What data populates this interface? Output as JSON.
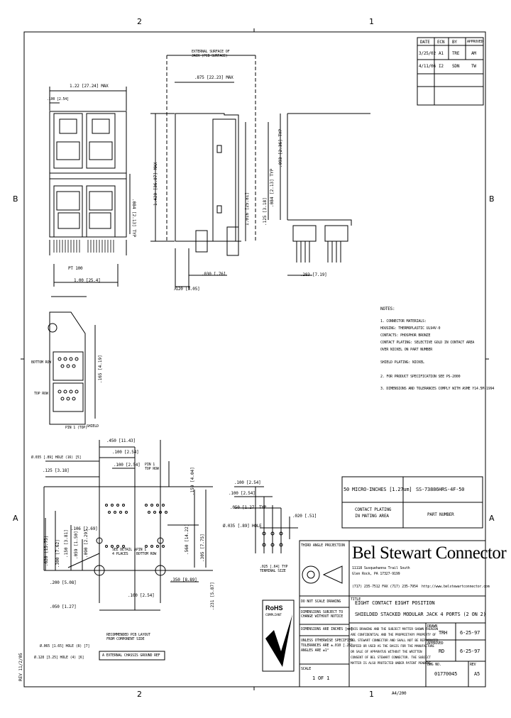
{
  "zones": {
    "top_left": "2",
    "top_right": "1",
    "bottom_left": "2",
    "bottom_right": "1",
    "left_upper": "B",
    "left_lower": "A",
    "right_upper": "B",
    "right_lower": "A"
  },
  "revision_table": {
    "headers": [
      "DATE",
      "ECN",
      "BY",
      "APPROVED"
    ],
    "rows": [
      [
        "3/25/02",
        "A1",
        "TRE",
        "AM"
      ],
      [
        "4/11/06",
        "I2",
        "SDN",
        "TW"
      ]
    ]
  },
  "dims": {
    "top_width": "1.22 [27.24] MAX",
    "top_depth": ".100 [2.54]",
    "overall_height": "1.420 [36.07] MAX",
    "body_depth": ".875 [22.23] MAX",
    "pitch": "PT 100",
    "span": "1.00 [25.4]",
    "front_panel": "EXTERNAL SURFACE OF\nJACK (PCB SURFACE)",
    "panel_thk": ".120 [3.05]",
    "height_a": "1.016 [25.81]",
    "height_b": ".125 [3.18]",
    "side_a": ".093 [2.36] TYP",
    "side_b": ".084 [2.13] TYP",
    "tail_a": ".030 [.76]",
    "tail_b": ".165 [4.19]",
    "rear": ".020 [.51]",
    "mnt": ".283 [7.19]",
    "bottom_1": ".450 [11.43]",
    "bottom_2": ".100 [2.54]",
    "bottom_3": ".100 [2.54]",
    "bottom_4": ".125 [3.18]",
    "hole_1": "Ø.035 [.89] HOLE (16) [5]",
    "hole_2": "Ø.065 [1.65] HOLE (8) [7]",
    "hole_3": "Ø.128 [3.25] HOLE (4) [6]",
    "pcb_1": ".620 [15.75]",
    "pcb_2": ".300 [7.62]",
    "pcb_3": ".150 [3.81]",
    "pcb_4": ".059 [1.50]",
    "pcb_5": ".090 [2.29]",
    "pcb_6": ".106 [2.69]",
    "pcb_7": ".560 [14.22]",
    "pcb_8": ".159 [4.04]",
    "pcb_9": ".305 [7.75]",
    "pcb_10": ".231 [5.87]",
    "pcb_11": ".200 [5.08]",
    "pcb_12": ".350 [8.89]",
    "panel_nums": ".050 [1.27]",
    "tail_1": ".100 [2.54]",
    "tail_2": ".050 [1.27] TYP",
    "tail_3": "Ø.035 [.89] HOLE",
    "tail_note": ".025 [.64] TYP\nTERMINAL SIZE",
    "see_detail": "SEE DETAIL A\n4 PLACES",
    "recommended": "RECOMMENDED PCB LAYOUT\nFROM COMPONENT SIDE",
    "detail_a": "A  EXTERNAL CHASSIS GROUND REF",
    "pin1": "PIN 1\nTOP ROW",
    "pin1b": "PIN 1\nBOTTOM ROW",
    "bottom_row": "BOTTOM ROW",
    "top_row": "TOP ROW",
    "shield": "SHIELD",
    "pin_lbl": "PIN 1 (TOP)"
  },
  "notes": {
    "title": "NOTES:",
    "lines": [
      "1. CONNECTOR MATERIALS:",
      "   HOUSING: THERMOPLASTIC UL94V-0",
      "   CONTACTS: PHOSPHOR BRONZE",
      "   CONTACT PLATING: SELECTIVE GOLD IN CONTACT AREA",
      "      OVER NICKEL ON PART NUMBER",
      "   SHIELD PLATING: NICKEL",
      "2. FOR PRODUCT SPECIFICATION SEE PS-2000",
      "3. DIMENSIONS AND TOLERANCES COMPLY WITH ASME Y14.5M-1994"
    ]
  },
  "partnum": {
    "plating": "50 MICRO-INCHES [1.27um]",
    "number": "SS-73886HRS-4F-50",
    "label_plating": "CONTACT PLATING\nIN MATING AREA",
    "label_number": "PART NUMBER"
  },
  "title_block": {
    "projection": "THIRD ANGLE PROJECTION",
    "company": "Bel Stewart Connector",
    "address_1": "11118 Susquehanna Trail South",
    "address_2": "Glen Rock, PA  17327-9199",
    "phone": "(717) 235-7512   FAX (717) 235-7954",
    "web": "http://www.belstewartconnector.com",
    "do_not_scale": "DO NOT SCALE DRAWING",
    "dims_subject": "DIMENSIONS SUBJECT TO\nCHANGE WITHOUT NOTICE",
    "dims_inches": "DIMENSIONS ARE INCHES [mm]",
    "tolerances": "UNLESS OTHERWISE SPECIFIED\nTOLERANCES ARE ±.010 [.25]\nANGLES ARE ±1°",
    "scale_label": "SCALE",
    "scale": "1 OF 1",
    "title_lbl": "TITLE",
    "title_1": "EIGHT CONTACT   EIGHT POSITION",
    "title_2": "SHIELDED STACKED MODULAR JACK 4 PORTS (2 ON 2)",
    "proprietary": "THIS DRAWING AND THE SUBJECT MATTER SHOWN THEREON\nARE CONFIDENTIAL AND THE PROPRIETARY PROPERTY OF\nBEL STEWART CONNECTOR AND SHALL NOT BE REPRODUCED,\nCOPIED OR USED AS THE BASIS FOR THE MANUFACTURE\nOR SALE OF APPARATUS WITHOUT THE WRITTEN\nCONSENT OF BEL STEWART CONNECTOR. THE SUBJECT\nMATTER IS ALSO PROTECTED UNDER PATENT PENDING.",
    "drawn_lbl": "DRAWN",
    "drawn": "TRH",
    "drawn_date": "6-25-97",
    "approved_lbl": "APPROVED",
    "approved": "RD",
    "approved_date": "6-25-97",
    "dwg_lbl": "DWG NO.",
    "dwg_no": "01770045",
    "rev_lbl": "REV",
    "rev": "A5",
    "rohs": "RoHS",
    "rohs_sub": "COMPLIANT",
    "footer": "A4/200",
    "margin": "REV 11/2/05"
  }
}
